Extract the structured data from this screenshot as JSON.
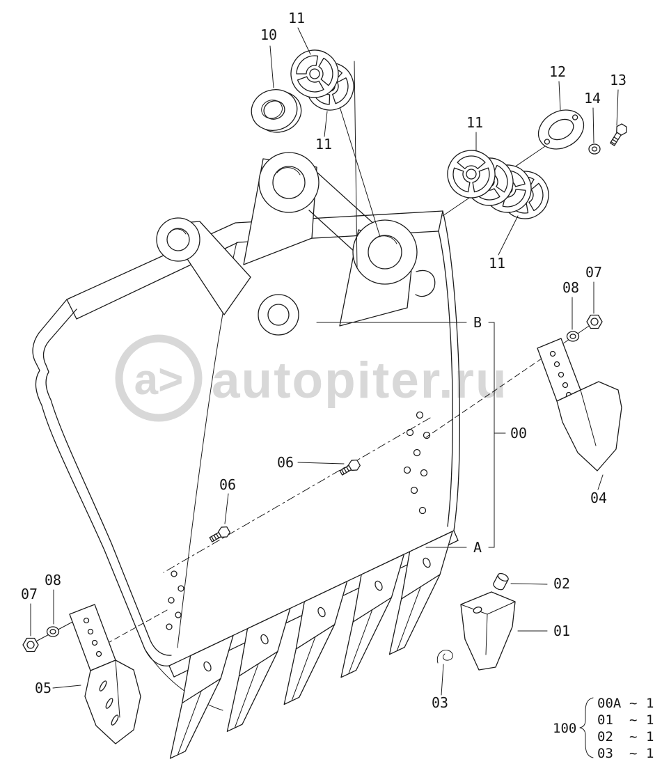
{
  "diagram": {
    "watermark": {
      "logo": "a>",
      "text": "autopiter.ru",
      "color": "#d8d8d8"
    },
    "line_color": "#1c1c1c",
    "background": "#ffffff"
  },
  "callouts": {
    "c10": "10",
    "c11a": "11",
    "c11b": "11",
    "c11c": "11",
    "c11d": "11",
    "c12": "12",
    "c13": "13",
    "c14": "14",
    "c07_right": "07",
    "c08_right": "08",
    "c04": "04",
    "c00": "00",
    "c06_upper": "06",
    "c06_lower": "06",
    "c02": "02",
    "c01": "01",
    "c03": "03",
    "c07_left": "07",
    "c08_left": "08",
    "c05": "05"
  },
  "markers": {
    "a": "A",
    "b": "B"
  },
  "parts_list": {
    "group_label": "100",
    "rows": [
      {
        "code": "00A",
        "sep": "~",
        "qty": "1"
      },
      {
        "code": "01",
        "sep": "~",
        "qty": "1"
      },
      {
        "code": "02",
        "sep": "~",
        "qty": "1"
      },
      {
        "code": "03",
        "sep": "~",
        "qty": "1"
      }
    ]
  }
}
